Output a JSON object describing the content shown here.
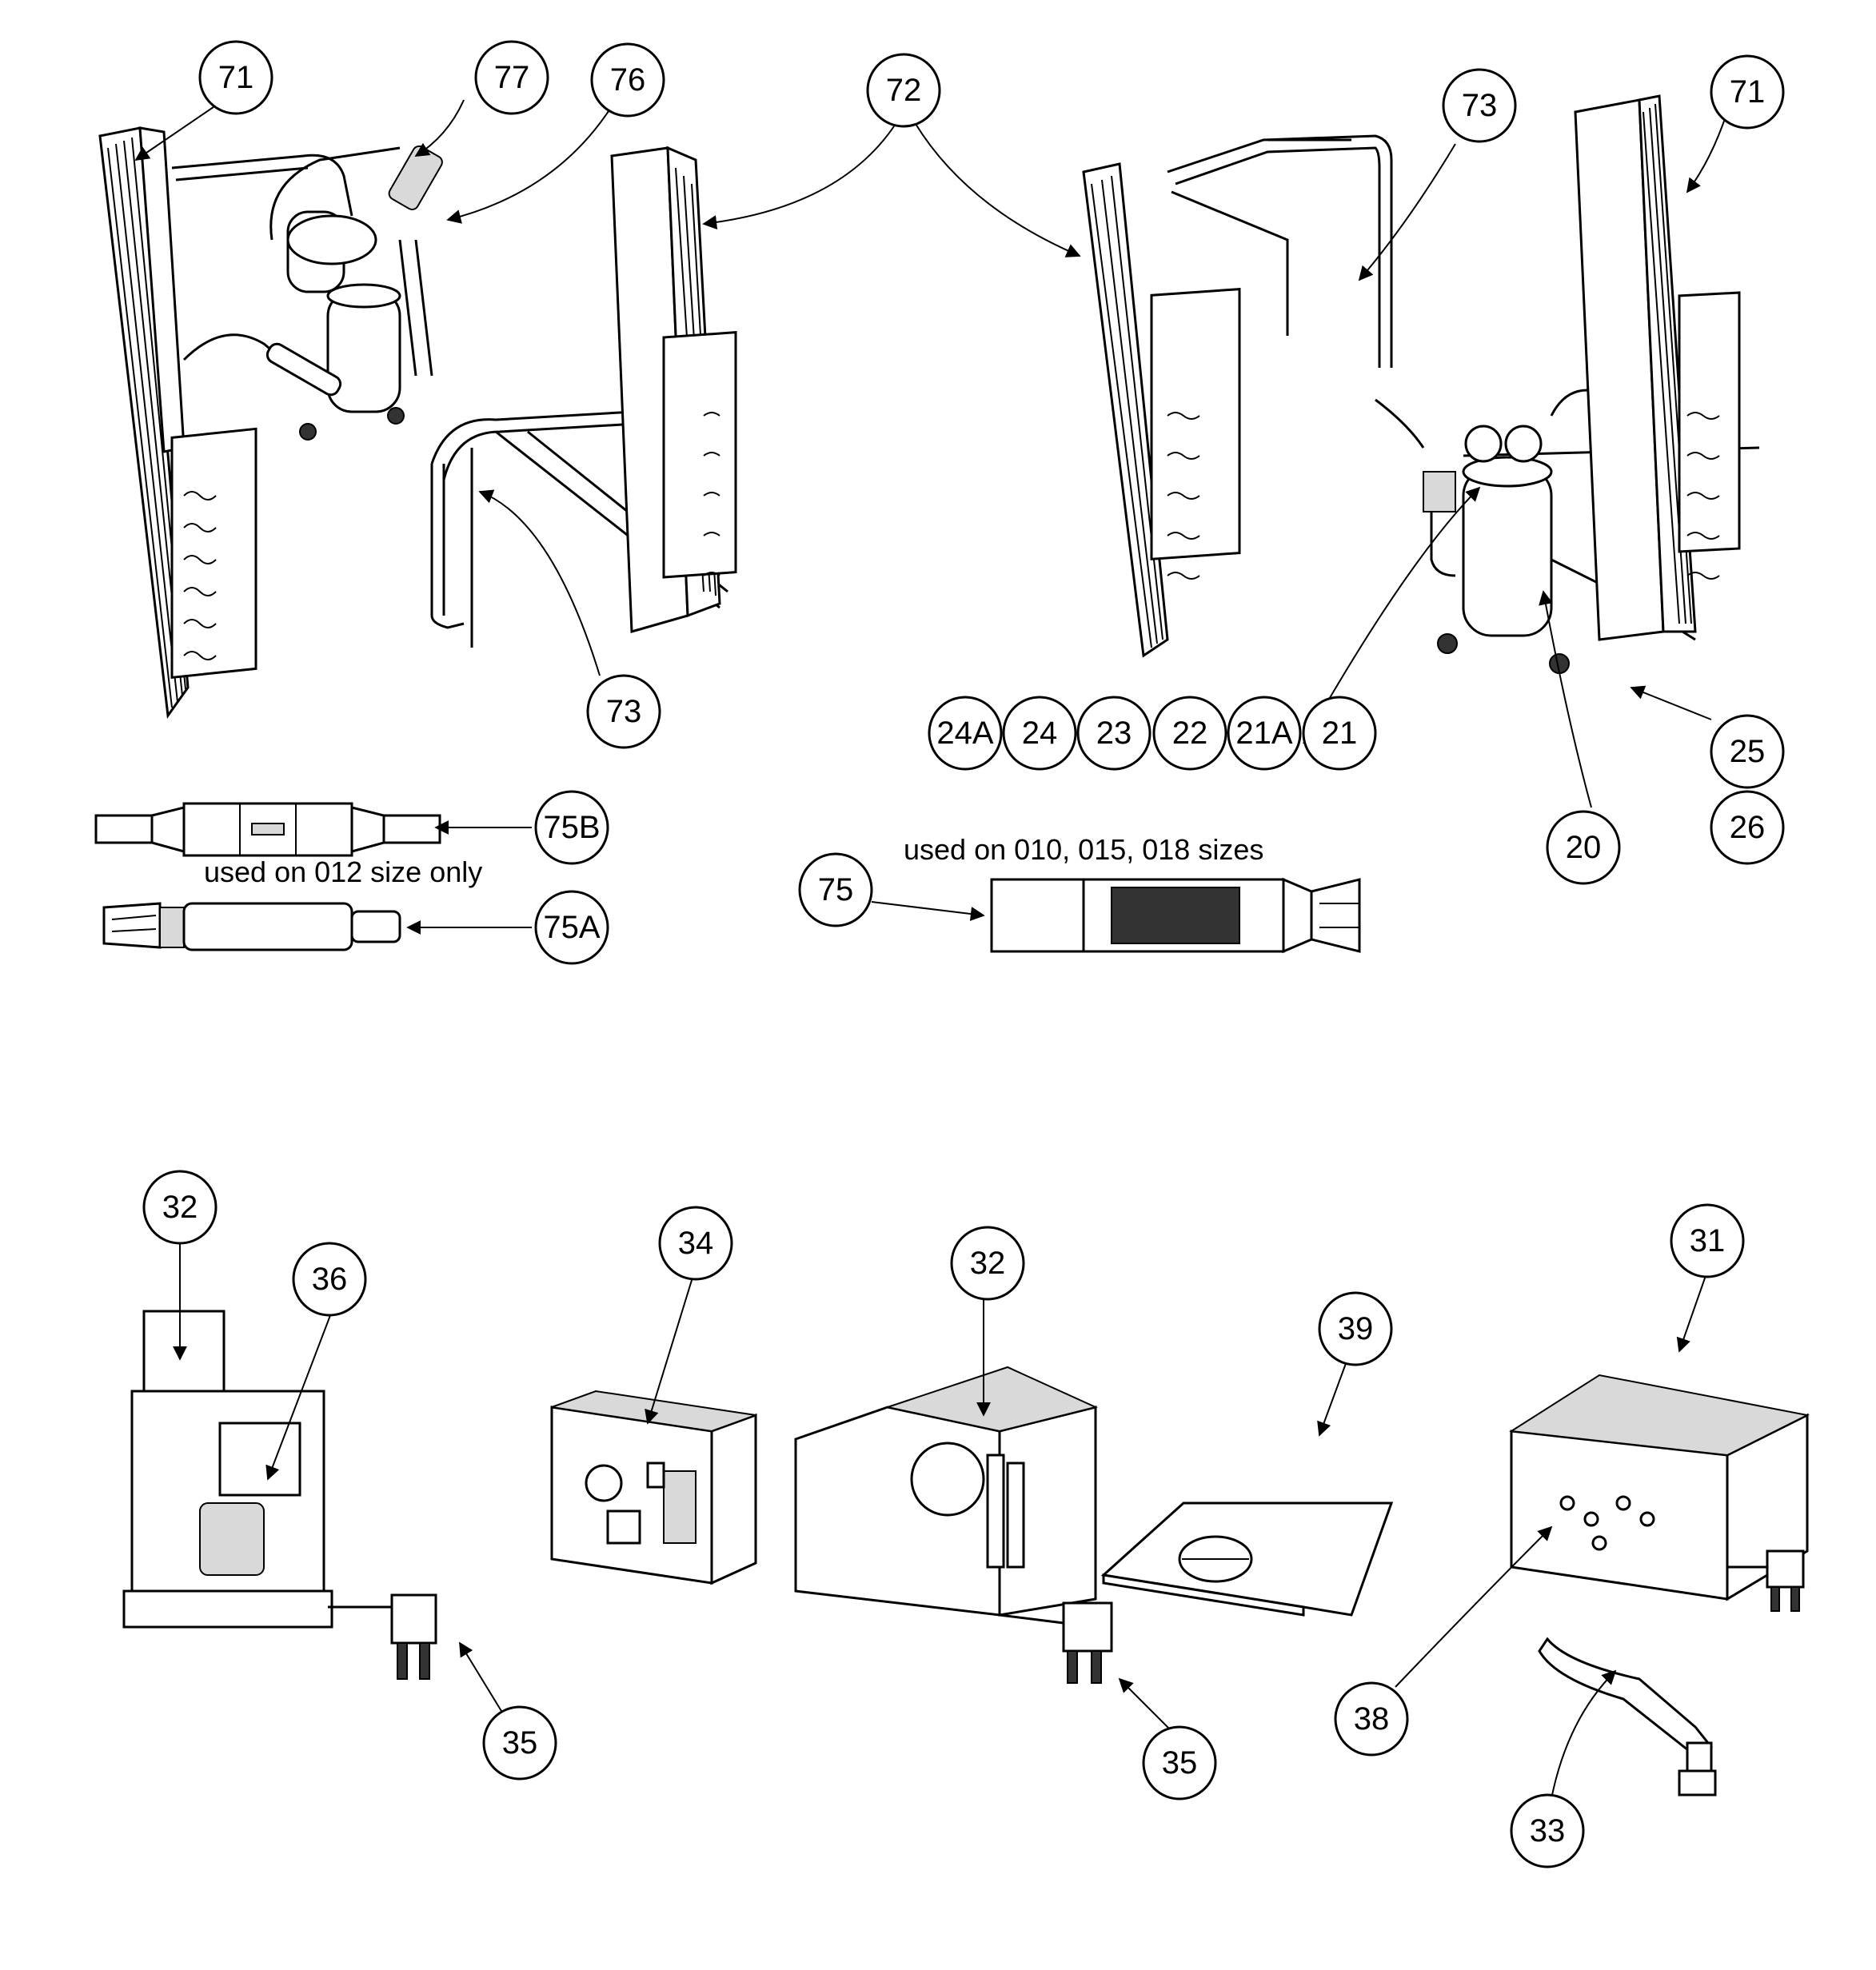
{
  "callouts": {
    "c71_left": "71",
    "c77": "77",
    "c76": "76",
    "c72": "72",
    "c73_right": "73",
    "c71_right": "71",
    "c73_left": "73",
    "c24A": "24A",
    "c24": "24",
    "c23": "23",
    "c22": "22",
    "c21A": "21A",
    "c21": "21",
    "c25": "25",
    "c26": "26",
    "c20": "20",
    "c75B": "75B",
    "c75A": "75A",
    "c75": "75",
    "c32_left": "32",
    "c36": "36",
    "c34": "34",
    "c32_mid": "32",
    "c39": "39",
    "c31": "31",
    "c35_left": "35",
    "c35_mid": "35",
    "c38": "38",
    "c33": "33"
  },
  "captions": {
    "size_012_only": "used on 012 size only",
    "sizes_010_015_018": "used on 010, 015, 018 sizes"
  }
}
